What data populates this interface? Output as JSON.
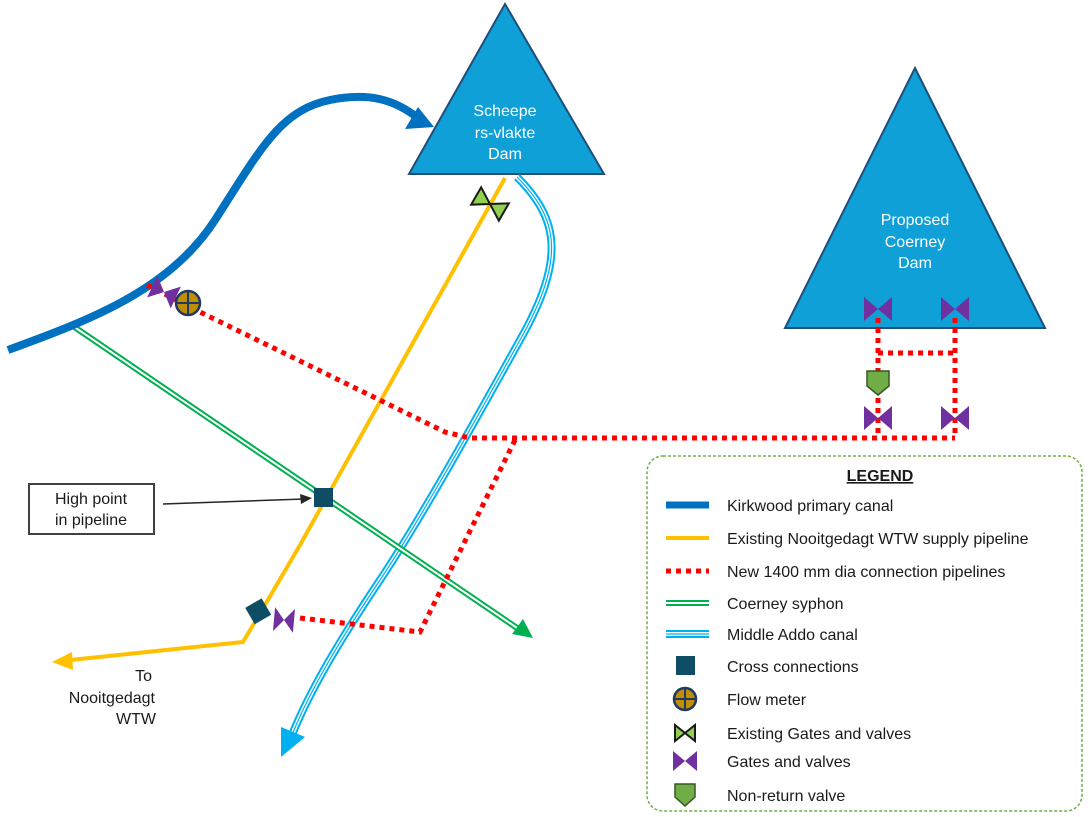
{
  "dams": {
    "scheepersvlakte": {
      "line1": "Scheepe",
      "line2": "rs-vlakte",
      "line3": "Dam"
    },
    "coerney": {
      "line1": "Proposed",
      "line2": "Coerney",
      "line3": "Dam"
    }
  },
  "labels": {
    "to_wtw": {
      "line1": "To",
      "line2": "Nooitgedagt",
      "line3": "WTW"
    },
    "high_point": {
      "line1": "High point",
      "line2": "in pipeline"
    }
  },
  "legend": {
    "title": "LEGEND",
    "items": [
      {
        "label": "Kirkwood primary canal",
        "icon": "blue-thick-line",
        "color": "#0070C0"
      },
      {
        "label": "Existing Nooitgedagt WTW supply pipeline",
        "icon": "yellow-line",
        "color": "#FFC000"
      },
      {
        "label": "New 1400 mm dia connection pipelines",
        "icon": "red-dotted-line",
        "color": "#FF0000"
      },
      {
        "label": "Coerney syphon",
        "icon": "green-double-line",
        "color": "#00B050"
      },
      {
        "label": "Middle Addo canal",
        "icon": "light-blue-triple-line",
        "color": "#00B0F0"
      },
      {
        "label": "Cross connections",
        "icon": "dark-teal-square",
        "color": "#0E4D64"
      },
      {
        "label": "Flow meter",
        "icon": "flow-meter",
        "color": "#BF8F00"
      },
      {
        "label": "Existing Gates and valves",
        "icon": "existing-valve",
        "color": "#92D050"
      },
      {
        "label": "Gates and valves",
        "icon": "purple-valve",
        "color": "#7030A0"
      },
      {
        "label": "Non-return valve",
        "icon": "non-return-valve",
        "color": "#70AD47"
      }
    ]
  }
}
